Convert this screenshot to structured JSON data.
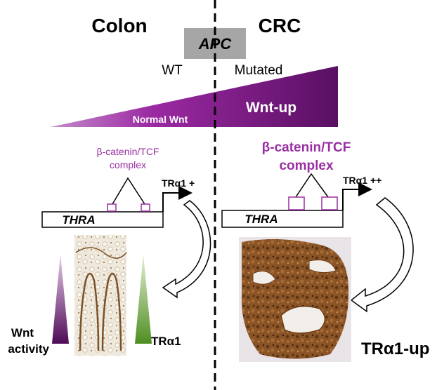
{
  "headings": {
    "left": "Colon",
    "right": "CRC"
  },
  "apc": {
    "label": "APC",
    "wt": "WT",
    "mutated": "Mutated"
  },
  "wnt": {
    "normal": "Normal Wnt",
    "up": "Wnt-up"
  },
  "left_panel": {
    "complex_line1": "β-catenin/TCF",
    "complex_line2": "complex",
    "gene": "THRA",
    "output": "TRα1 +",
    "gradient_wnt_line1": "Wnt",
    "gradient_wnt_line2": "activity",
    "gradient_tr": "TRα1"
  },
  "right_panel": {
    "complex_line1": "β-catenin/TCF",
    "complex_line2": "complex",
    "gene": "THRA",
    "output": "TRα1 ++",
    "result": "TRα1-up"
  },
  "colors": {
    "purple": "#7a1782",
    "complex_text": "#9a2fa3",
    "apc_box": "#a6a6a6",
    "tr_green": "#5a9a2a",
    "stain_brown": "#8a5a2a"
  }
}
